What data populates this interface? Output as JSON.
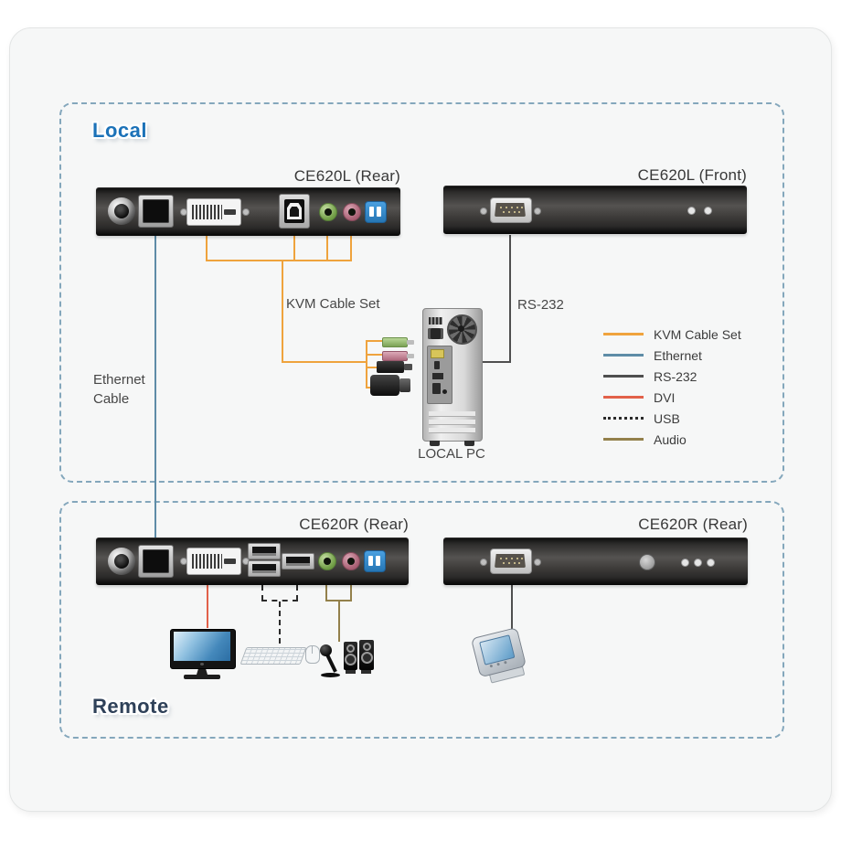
{
  "sections": {
    "border_color": "#84a7bc",
    "local": {
      "label": "Local",
      "label_color": "#1c72b8"
    },
    "remote": {
      "label": "Remote",
      "label_color": "#2f4159"
    }
  },
  "devices": {
    "ce620l_rear": {
      "label": "CE620L (Rear)"
    },
    "ce620l_front": {
      "label": "CE620L (Front)"
    },
    "ce620r_io": {
      "label": "CE620R (Rear)"
    },
    "ce620r_serial": {
      "label": "CE620R (Rear)"
    }
  },
  "cable_labels": {
    "kvm": "KVM Cable Set",
    "rs232": "RS-232",
    "ethernet": "Ethernet Cable",
    "local_pc": "LOCAL PC"
  },
  "legend": {
    "items": [
      {
        "label": "KVM Cable Set",
        "color": "#efa33d",
        "style": "solid"
      },
      {
        "label": "Ethernet",
        "color": "#5e8ca7",
        "style": "solid"
      },
      {
        "label": "RS-232",
        "color": "#4f4f4f",
        "style": "solid"
      },
      {
        "label": "DVI",
        "color": "#e2614a",
        "style": "solid"
      },
      {
        "label": "USB",
        "color": "#2b2b2b",
        "style": "dotted"
      },
      {
        "label": "Audio",
        "color": "#93804b",
        "style": "solid"
      }
    ]
  }
}
